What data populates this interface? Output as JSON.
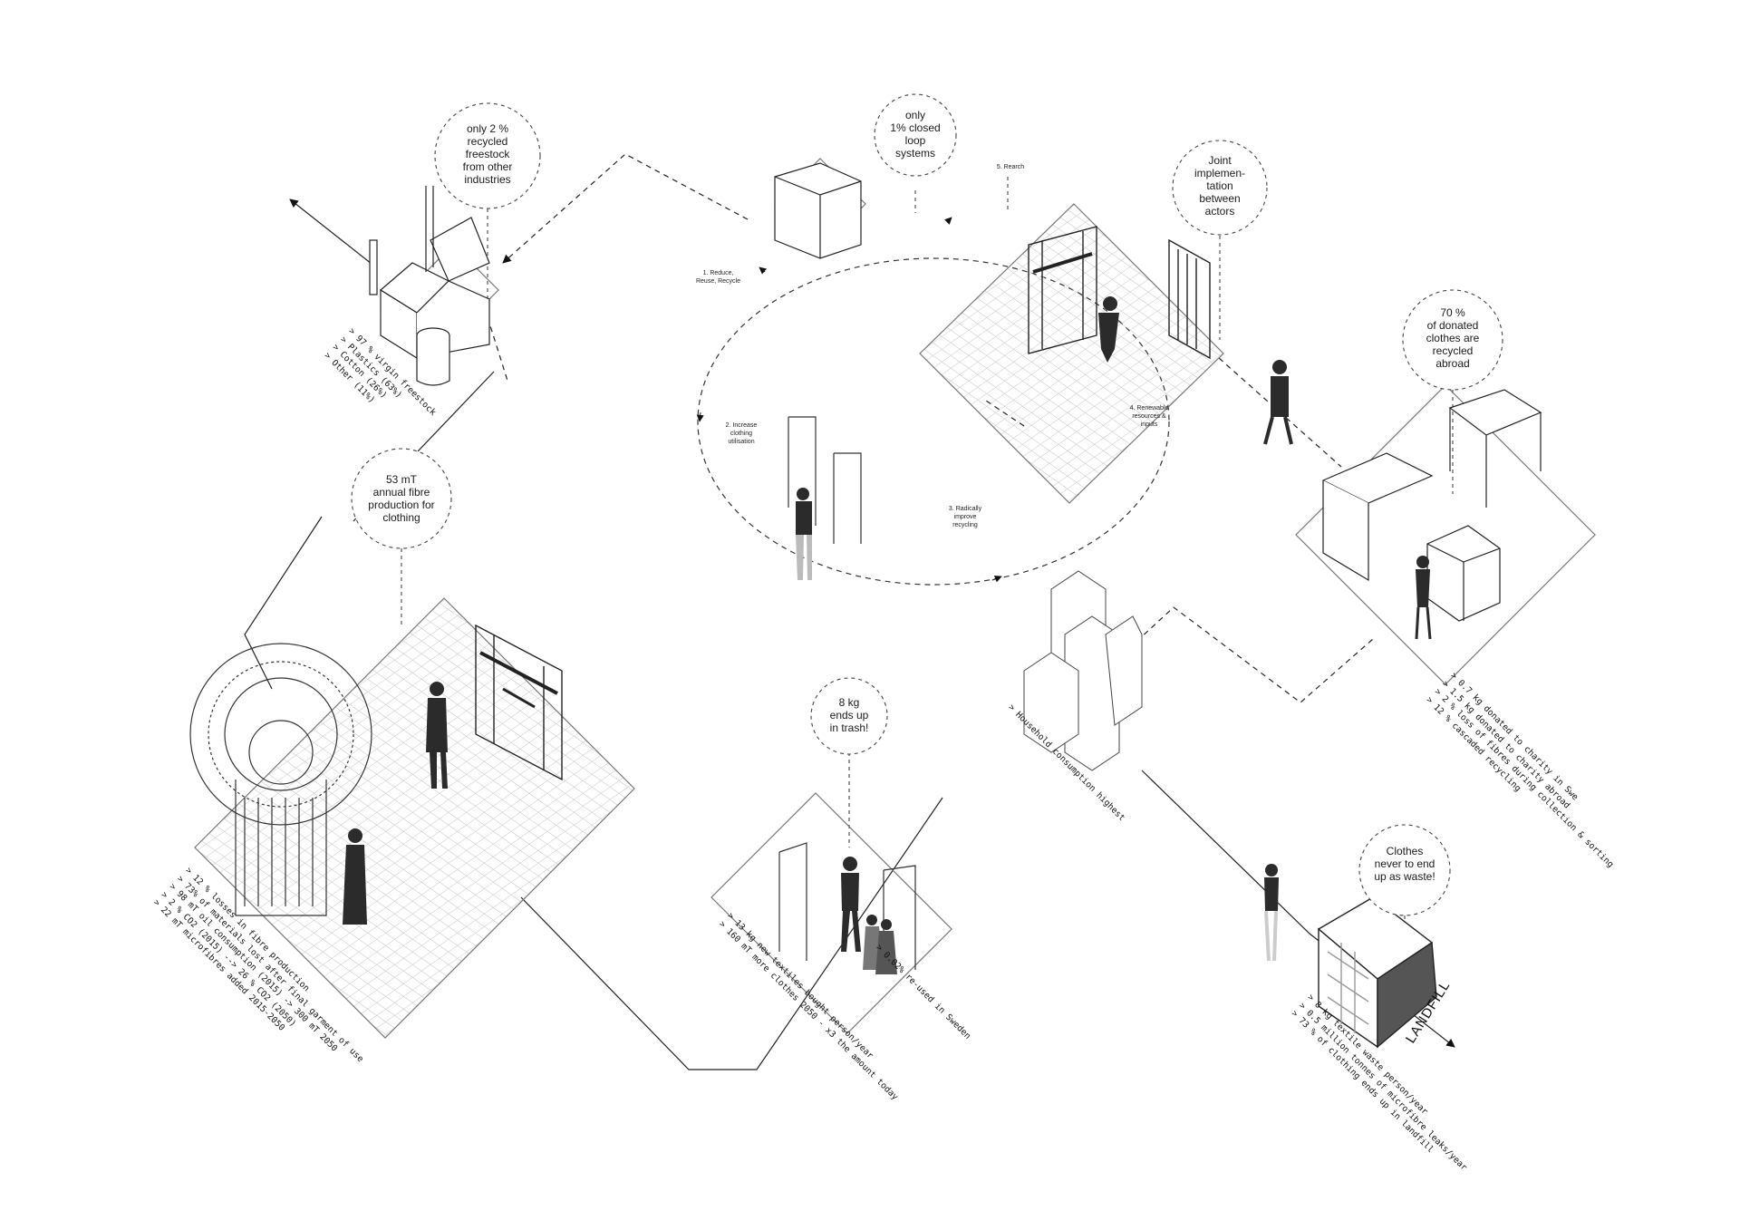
{
  "bubbles": {
    "recycled_freestock": "only 2 %\nrecycled\nfreestock\nfrom other\nindustries",
    "closed_loop": "only\n1% closed\nloop\nsystems",
    "joint": "Joint\nimplemen-\ntation\nbetween\nactors",
    "donated": "70 %\nof donated\nclothes are\nrecycled\nabroad",
    "fibre_production": "53 mT\nannual fibre\nproduction for\nclothing",
    "trash": "8 kg\nends up\nin trash!",
    "never_waste": "Clothes\nnever to end\nup as waste!"
  },
  "steps": {
    "s1": "1. Reduce,\nReuse, Recycle",
    "s2": "2. Increase\nclothing\nutilisation",
    "s3": "3. Radically\nimprove\nrecycling",
    "s4": "4. Renewable\nresources &\ninputs",
    "s5": "5. Rearch"
  },
  "factory_stats": [
    "> 97 % virgin freestock",
    "> Plastics (63%)",
    "> Cotton (26%)",
    "> Other (11%)"
  ],
  "production_stats": [
    "> 12 % losses in fibre production",
    "> 73% of materials lost after final garment of use",
    "> 98 mT oil consumption (2015) -> 300 mT 2050",
    "> 2 % CO2 (2015) --> 26 % CO2 (2050)",
    "> 22 mT microfibres added 2015-2050"
  ],
  "shop_stats": [
    "> 13 kg new textiles bought person/year",
    "> 160 mT more clothes 2050 - x3 the amount today"
  ],
  "reuse_stats": [
    "> 0.02% re-used in Sweden"
  ],
  "household_stats": [
    "> Household consumption highest"
  ],
  "charity_stats": [
    "> 0.7 kg donated to charity in Swe",
    "> 1.5 kg donated to charity abroad",
    "> 2 % loss of fibres during collection & sorting",
    "> 12 % cascaded recycling"
  ],
  "landfill_stats": [
    "> 8 kg textile waste person/year",
    "> 0.5 million tonnes of microfibre leaks/year",
    "> 73 % of clothing ends up in landfill"
  ],
  "landfill_label": "LANDFILL"
}
